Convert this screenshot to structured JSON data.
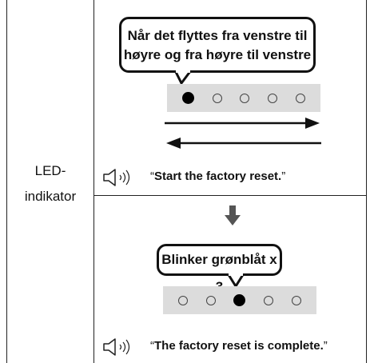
{
  "left_label": [
    "LED-",
    "indikator"
  ],
  "section1": {
    "bubble_line1": "Når det flyttes fra venstre til",
    "bubble_line2": "høyre og fra høyre til venstre",
    "leds": [
      true,
      false,
      false,
      false,
      false
    ],
    "voice_text": "Start the factory reset."
  },
  "section2": {
    "bubble_text": "Blinker grønblåt x 3",
    "leds": [
      false,
      false,
      true,
      false,
      false
    ],
    "voice_text": "The factory reset is complete."
  },
  "icons": {
    "speaker": "speaker-icon",
    "arrow_right": "arrow-right-icon",
    "arrow_left": "arrow-left-icon",
    "arrow_down": "arrow-down-icon"
  }
}
